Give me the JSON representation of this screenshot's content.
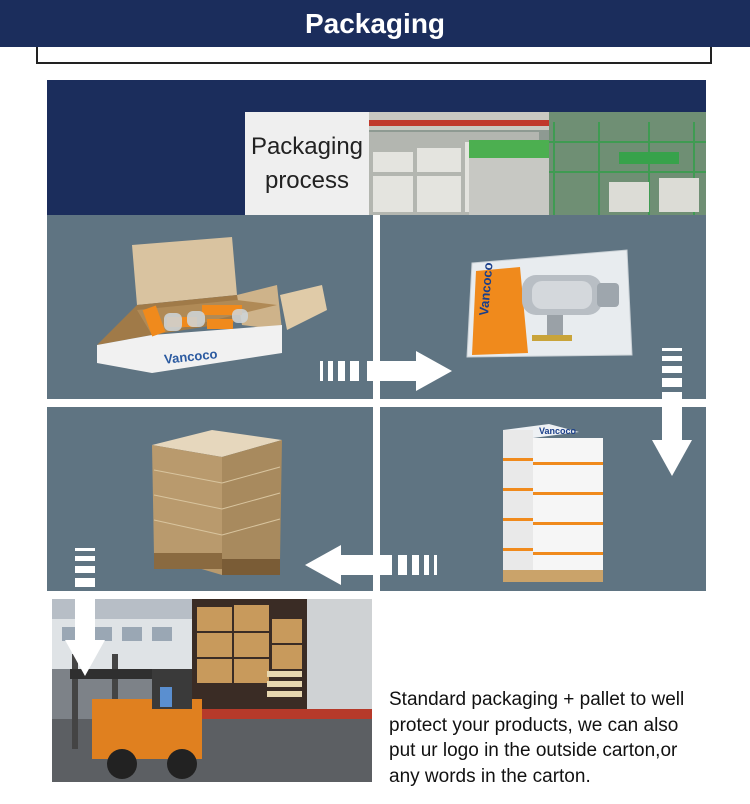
{
  "header": {
    "title": "Packaging"
  },
  "process_label": {
    "line1": "Packaging",
    "line2": "process"
  },
  "brand": {
    "name": "Vancoco"
  },
  "caption": {
    "line1": "Standard packaging + pallet to well",
    "line2": "protect your products, we can also",
    "line3": "put ur logo in the outside carton,or",
    "line4": "any words in the carton."
  },
  "colors": {
    "navy": "#1b2d5c",
    "slate": "#5f7482",
    "arrow": "#ffffff",
    "orange": "#f08a1c"
  },
  "icons": [
    "arrow-right-icon",
    "arrow-down-icon",
    "arrow-left-icon"
  ]
}
